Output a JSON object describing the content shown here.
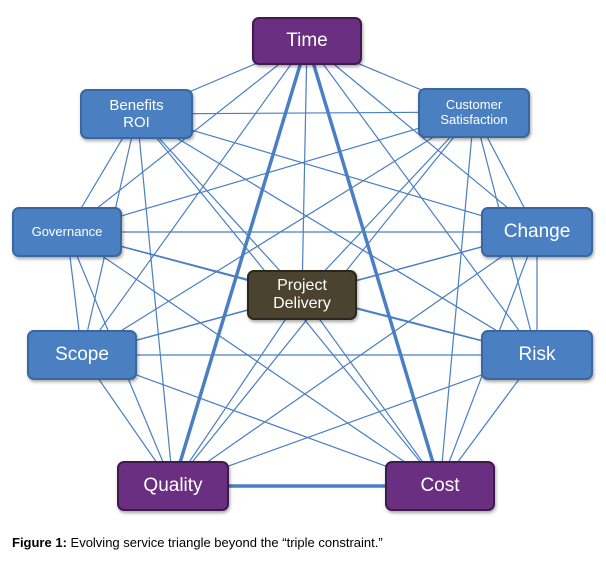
{
  "nodes": {
    "time": "Time",
    "customer": "Customer Satisfaction",
    "change": "Change",
    "risk": "Risk",
    "cost": "Cost",
    "quality": "Quality",
    "scope": "Scope",
    "governance": "Governance",
    "benefits": "Benefits ROI",
    "center": "Project Delivery"
  },
  "caption": {
    "label": "Figure 1:",
    "text": " Evolving service triangle beyond the “triple constraint.”"
  },
  "colors": {
    "node_blue": "#4a7fc1",
    "node_purple": "#6a2f80",
    "center": "#4a4330",
    "line": "#4a7fc1"
  }
}
